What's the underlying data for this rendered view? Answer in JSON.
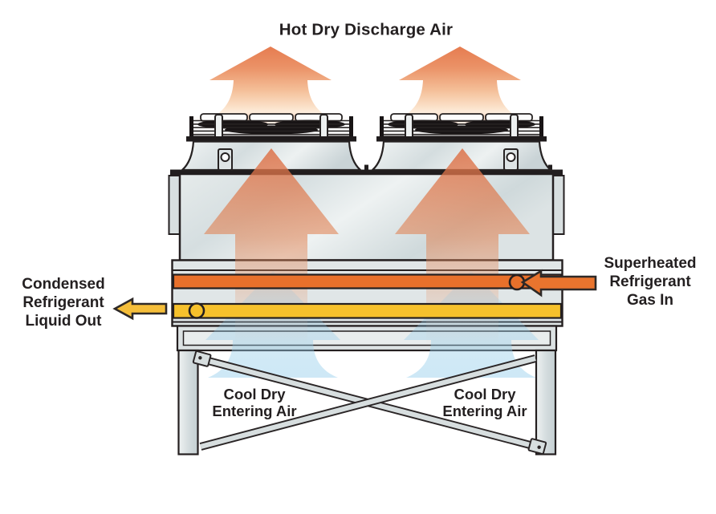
{
  "title": "Hot Dry Discharge Air",
  "labels": {
    "gas_in": [
      "Superheated",
      "Refrigerant",
      "Gas In"
    ],
    "liquid_out": [
      "Condensed",
      "Refrigerant",
      "Liquid Out"
    ],
    "cool_left": [
      "Cool Dry",
      "Entering Air"
    ],
    "cool_right": [
      "Cool Dry",
      "Entering Air"
    ]
  },
  "colors": {
    "hot_air": "#E8835C",
    "cool_air": "#A9D7EC",
    "gas_pipe": "#E8702B",
    "gas_arrow": "#E9742E",
    "liquid_pipe": "#F6C12C",
    "liquid_arrow": "#F5BE3A",
    "body_gray": "#DCE3E4",
    "outline": "#241F20",
    "text": "#231F20"
  }
}
